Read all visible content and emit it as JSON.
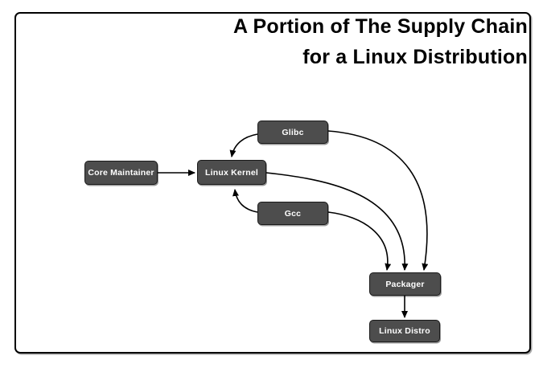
{
  "title": {
    "line1": "A Portion of The Supply Chain",
    "line2": "for a Linux Distribution"
  },
  "nodes": [
    {
      "id": "core-maintainer",
      "label": "Core Maintainer"
    },
    {
      "id": "linux-kernel",
      "label": "Linux Kernel"
    },
    {
      "id": "glibc",
      "label": "Glibc"
    },
    {
      "id": "gcc",
      "label": "Gcc"
    },
    {
      "id": "packager",
      "label": "Packager"
    },
    {
      "id": "linux-distro",
      "label": "Linux Distro"
    }
  ],
  "edges": [
    {
      "from": "Core Maintainer",
      "to": "Linux Kernel"
    },
    {
      "from": "Glibc",
      "to": "Linux Kernel"
    },
    {
      "from": "Gcc",
      "to": "Linux Kernel"
    },
    {
      "from": "Glibc",
      "to": "Packager"
    },
    {
      "from": "Linux Kernel",
      "to": "Packager"
    },
    {
      "from": "Gcc",
      "to": "Packager"
    },
    {
      "from": "Packager",
      "to": "Linux Distro"
    }
  ],
  "colors": {
    "background": "#ffffff",
    "frame_border": "#000000",
    "node_fill": "#4d4d4d",
    "node_border": "#1a1a1a",
    "node_text": "#ffffff",
    "edge_stroke": "#000000",
    "title_text": "#000000"
  }
}
